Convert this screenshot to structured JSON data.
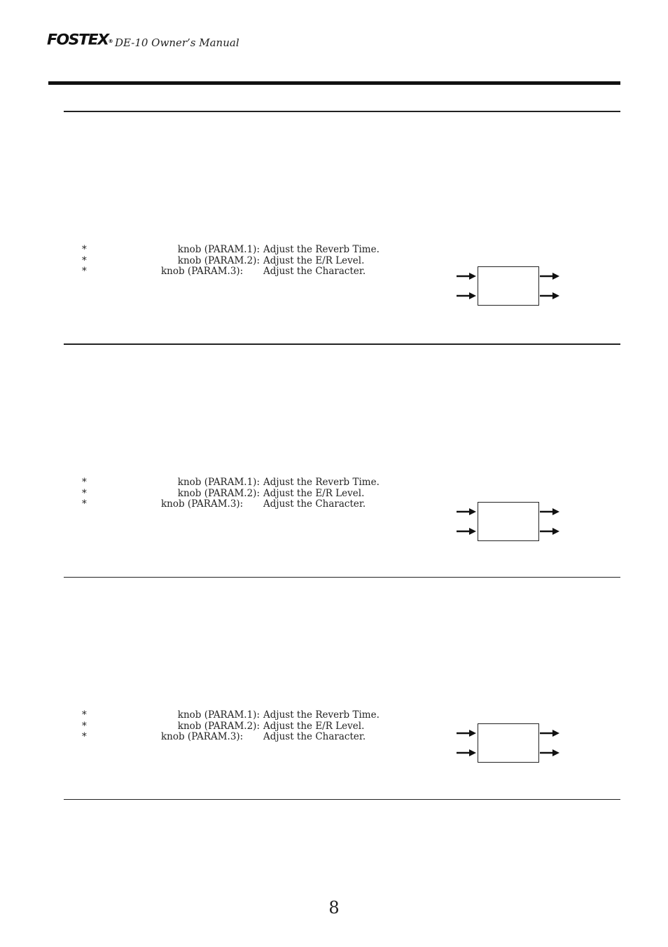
{
  "header": {
    "logo_text": "FOSTEX",
    "logo_mark": "®",
    "title": "DE-10  Owner’s Manual"
  },
  "sections": [
    {
      "params": [
        {
          "star": "*",
          "knob": "knob (PARAM.1):",
          "desc": "Adjust the Reverb Time."
        },
        {
          "star": "*",
          "knob": "knob (PARAM.2):",
          "desc": "Adjust the E/R Level."
        },
        {
          "star": "*",
          "knob": "knob (PARAM.3):",
          "desc": "Adjust the Character."
        }
      ]
    },
    {
      "params": [
        {
          "star": "*",
          "knob": "knob (PARAM.1):",
          "desc": "Adjust the Reverb Time."
        },
        {
          "star": "*",
          "knob": "knob (PARAM.2):",
          "desc": "Adjust the E/R Level."
        },
        {
          "star": "*",
          "knob": "knob (PARAM.3):",
          "desc": "Adjust the Character."
        }
      ]
    },
    {
      "params": [
        {
          "star": "*",
          "knob": "knob (PARAM.1):",
          "desc": "Adjust the Reverb Time."
        },
        {
          "star": "*",
          "knob": "knob (PARAM.2):",
          "desc": "Adjust the E/R Level."
        },
        {
          "star": "*",
          "knob": "knob (PARAM.3):",
          "desc": "Adjust the Character."
        }
      ]
    }
  ],
  "footer": {
    "page_number": "8"
  }
}
